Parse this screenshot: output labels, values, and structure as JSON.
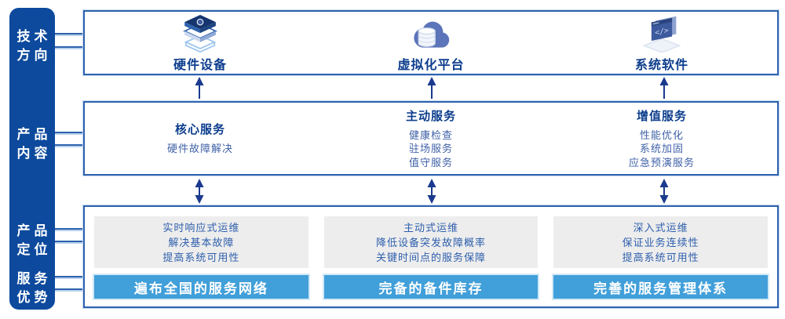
{
  "colors": {
    "sidebar_blue": "#0d4a9d",
    "box_border_blue": "#2e62ad",
    "title_navy": "#0c3d8d",
    "item_blue": "#4062a8",
    "panel_gray": "#ededed",
    "panel_text_blue": "#2e5fad",
    "bar_blue": "#419fd9",
    "arrow_navy": "#1a3a8e"
  },
  "sidebar": {
    "labels": [
      {
        "text": "技术\n方向"
      },
      {
        "text": "产品\n内容"
      },
      {
        "text": "产品\n定位"
      },
      {
        "text": "服务\n优势"
      }
    ]
  },
  "top_row": {
    "items": [
      {
        "icon": "server-stack-icon",
        "label": "硬件设备"
      },
      {
        "icon": "cloud-database-icon",
        "label": "虚拟化平台"
      },
      {
        "icon": "code-window-icon",
        "label": "系统软件"
      }
    ]
  },
  "middle_row": {
    "columns": [
      {
        "title": "核心服务",
        "items": [
          "硬件故障解决"
        ]
      },
      {
        "title": "主动服务",
        "items": [
          "健康检查",
          "驻场服务",
          "值守服务"
        ]
      },
      {
        "title": "增值服务",
        "items": [
          "性能优化",
          "系统加固",
          "应急预演服务"
        ]
      }
    ]
  },
  "bottom_row": {
    "columns": [
      {
        "lines": [
          "实时响应式运维",
          "解决基本故障",
          "提高系统可用性"
        ],
        "bar": "遍布全国的服务网络"
      },
      {
        "lines": [
          "主动式运维",
          "降低设备突发故障概率",
          "关键时间点的服务保障"
        ],
        "bar": "完备的备件库存"
      },
      {
        "lines": [
          "深入式运维",
          "保证业务连续性",
          "提高系统可用性"
        ],
        "bar": "完善的服务管理体系"
      }
    ]
  }
}
